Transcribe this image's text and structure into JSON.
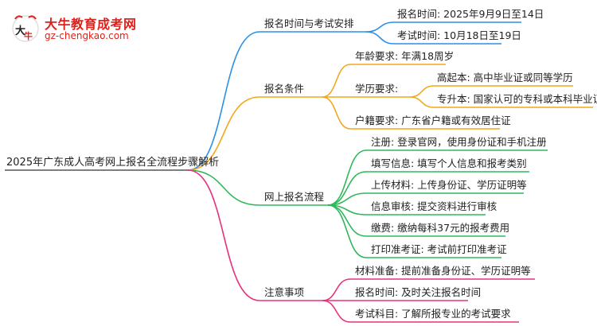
{
  "logo": {
    "title": "大牛教育成考网",
    "url": "gz-chengkao.com",
    "mark_text": "大牛"
  },
  "colors": {
    "blue": "#2b8fe6",
    "orange": "#f2a81d",
    "green": "#2fb85a",
    "pink": "#e8317c"
  },
  "mindmap": {
    "root": "2025年广东成人高考网上报名全流程步骤解析",
    "branches": [
      {
        "label": "报名时间与考试安排",
        "color": "blue",
        "children": [
          {
            "label": "报名时间: 2025年9月9日至14日"
          },
          {
            "label": "考试时间: 10月18日至19日"
          }
        ]
      },
      {
        "label": "报名条件",
        "color": "orange",
        "children": [
          {
            "label": "年龄要求: 年满18周岁"
          },
          {
            "label": "学历要求:",
            "children": [
              {
                "label": "高起本: 高中毕业证或同等学历"
              },
              {
                "label": "专升本: 国家认可的专科或本科毕业证书"
              }
            ]
          },
          {
            "label": "户籍要求: 广东省户籍或有效居住证"
          }
        ]
      },
      {
        "label": "网上报名流程",
        "color": "green",
        "children": [
          {
            "label": "注册: 登录官网，使用身份证和手机注册"
          },
          {
            "label": "填写信息: 填写个人信息和报考类别"
          },
          {
            "label": "上传材料: 上传身份证、学历证明等"
          },
          {
            "label": "信息审核: 提交资料进行审核"
          },
          {
            "label": "缴费: 缴纳每科37元的报考费用"
          },
          {
            "label": "打印准考证: 考试前打印准考证"
          }
        ]
      },
      {
        "label": "注意事项",
        "color": "pink",
        "children": [
          {
            "label": "材料准备: 提前准备身份证、学历证明等"
          },
          {
            "label": "报名时间: 及时关注报名时间"
          },
          {
            "label": "考试科目: 了解所报专业的考试要求"
          }
        ]
      }
    ]
  }
}
